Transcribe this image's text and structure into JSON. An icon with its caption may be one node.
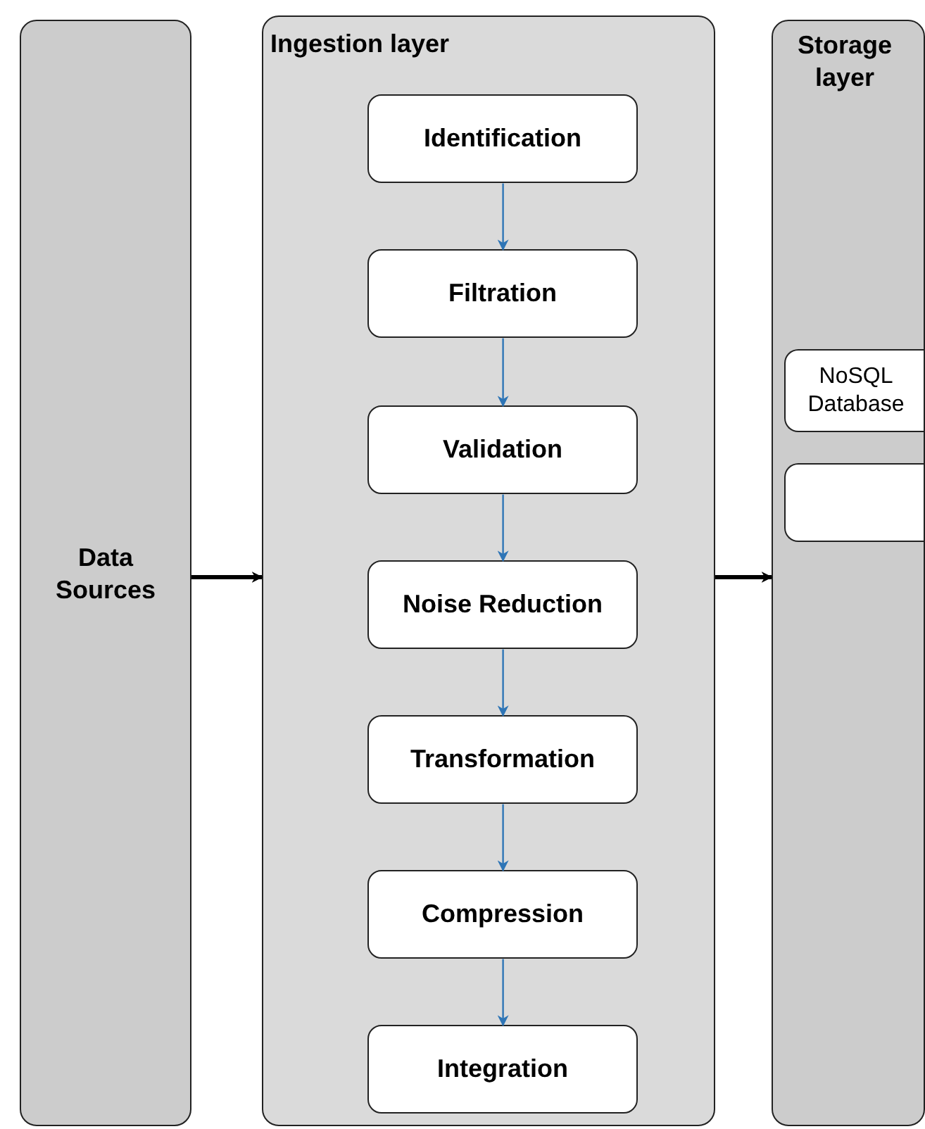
{
  "diagram": {
    "nodes": [
      {
        "text": [
          "Data Sources"
        ]
      },
      {
        "text": [
          "Ingestion layer"
        ]
      },
      {
        "text": [
          "Identification"
        ],
        "in": 1
      },
      {
        "text": [
          "Filtration"
        ],
        "in": 1
      },
      {
        "text": [
          "Validation"
        ],
        "in": 1
      },
      {
        "text": [
          "Noise Reduction"
        ],
        "in": 1
      },
      {
        "text": [
          "Transformation"
        ],
        "in": 1
      },
      {
        "text": [
          "Compression"
        ],
        "in": 1
      },
      {
        "text": [
          "Integration"
        ],
        "in": 1
      },
      {
        "text": [
          "Storage layer"
        ]
      },
      {
        "text": [
          "NoSQL Database"
        ],
        "in": 9
      },
      {
        "text": [],
        "shape": "box",
        "in": 9
      }
    ],
    "edges": [
      {
        "from": 0,
        "to": 1,
        "arrow": "to",
        "style": "thick",
        "color": "#000000"
      },
      {
        "from": 1,
        "to": 9,
        "arrow": "to",
        "style": "thick",
        "color": "#000000"
      },
      {
        "from": 2,
        "to": 3,
        "arrow": "to"
      },
      {
        "from": 3,
        "to": 4,
        "arrow": "to"
      },
      {
        "from": 4,
        "to": 5,
        "arrow": "to"
      },
      {
        "from": 5,
        "to": 6,
        "arrow": "to"
      },
      {
        "from": 6,
        "to": 7,
        "arrow": "to"
      },
      {
        "from": 7,
        "to": 8,
        "arrow": "to"
      }
    ]
  }
}
